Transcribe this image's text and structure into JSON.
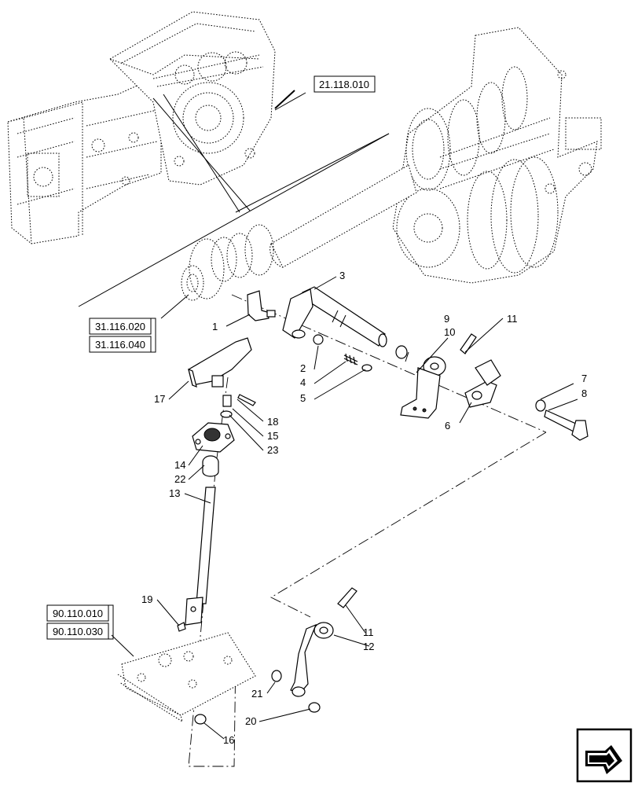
{
  "refs": [
    {
      "id": "ref-21-118-010",
      "text": "21.118.010"
    },
    {
      "id": "ref-31-116-020",
      "text": "31.116.020"
    },
    {
      "id": "ref-31-116-040",
      "text": "31.116.040"
    },
    {
      "id": "ref-90-110-010",
      "text": "90.110.010"
    },
    {
      "id": "ref-90-110-030",
      "text": "90.110.030"
    }
  ],
  "parts": {
    "p1": "1",
    "p2": "2",
    "p3": "3",
    "p4": "4",
    "p5": "5",
    "p6": "6",
    "p7": "7",
    "p8": "8",
    "p9": "9",
    "p10": "10",
    "p11a": "11",
    "p11b": "11",
    "p12": "12",
    "p13": "13",
    "p14": "14",
    "p15": "15",
    "p16": "16",
    "p17": "17",
    "p18": "18",
    "p19": "19",
    "p20": "20",
    "p21": "21",
    "p22": "22",
    "p23": "23"
  },
  "icons": {
    "nav": "next-page-arrow-icon"
  }
}
